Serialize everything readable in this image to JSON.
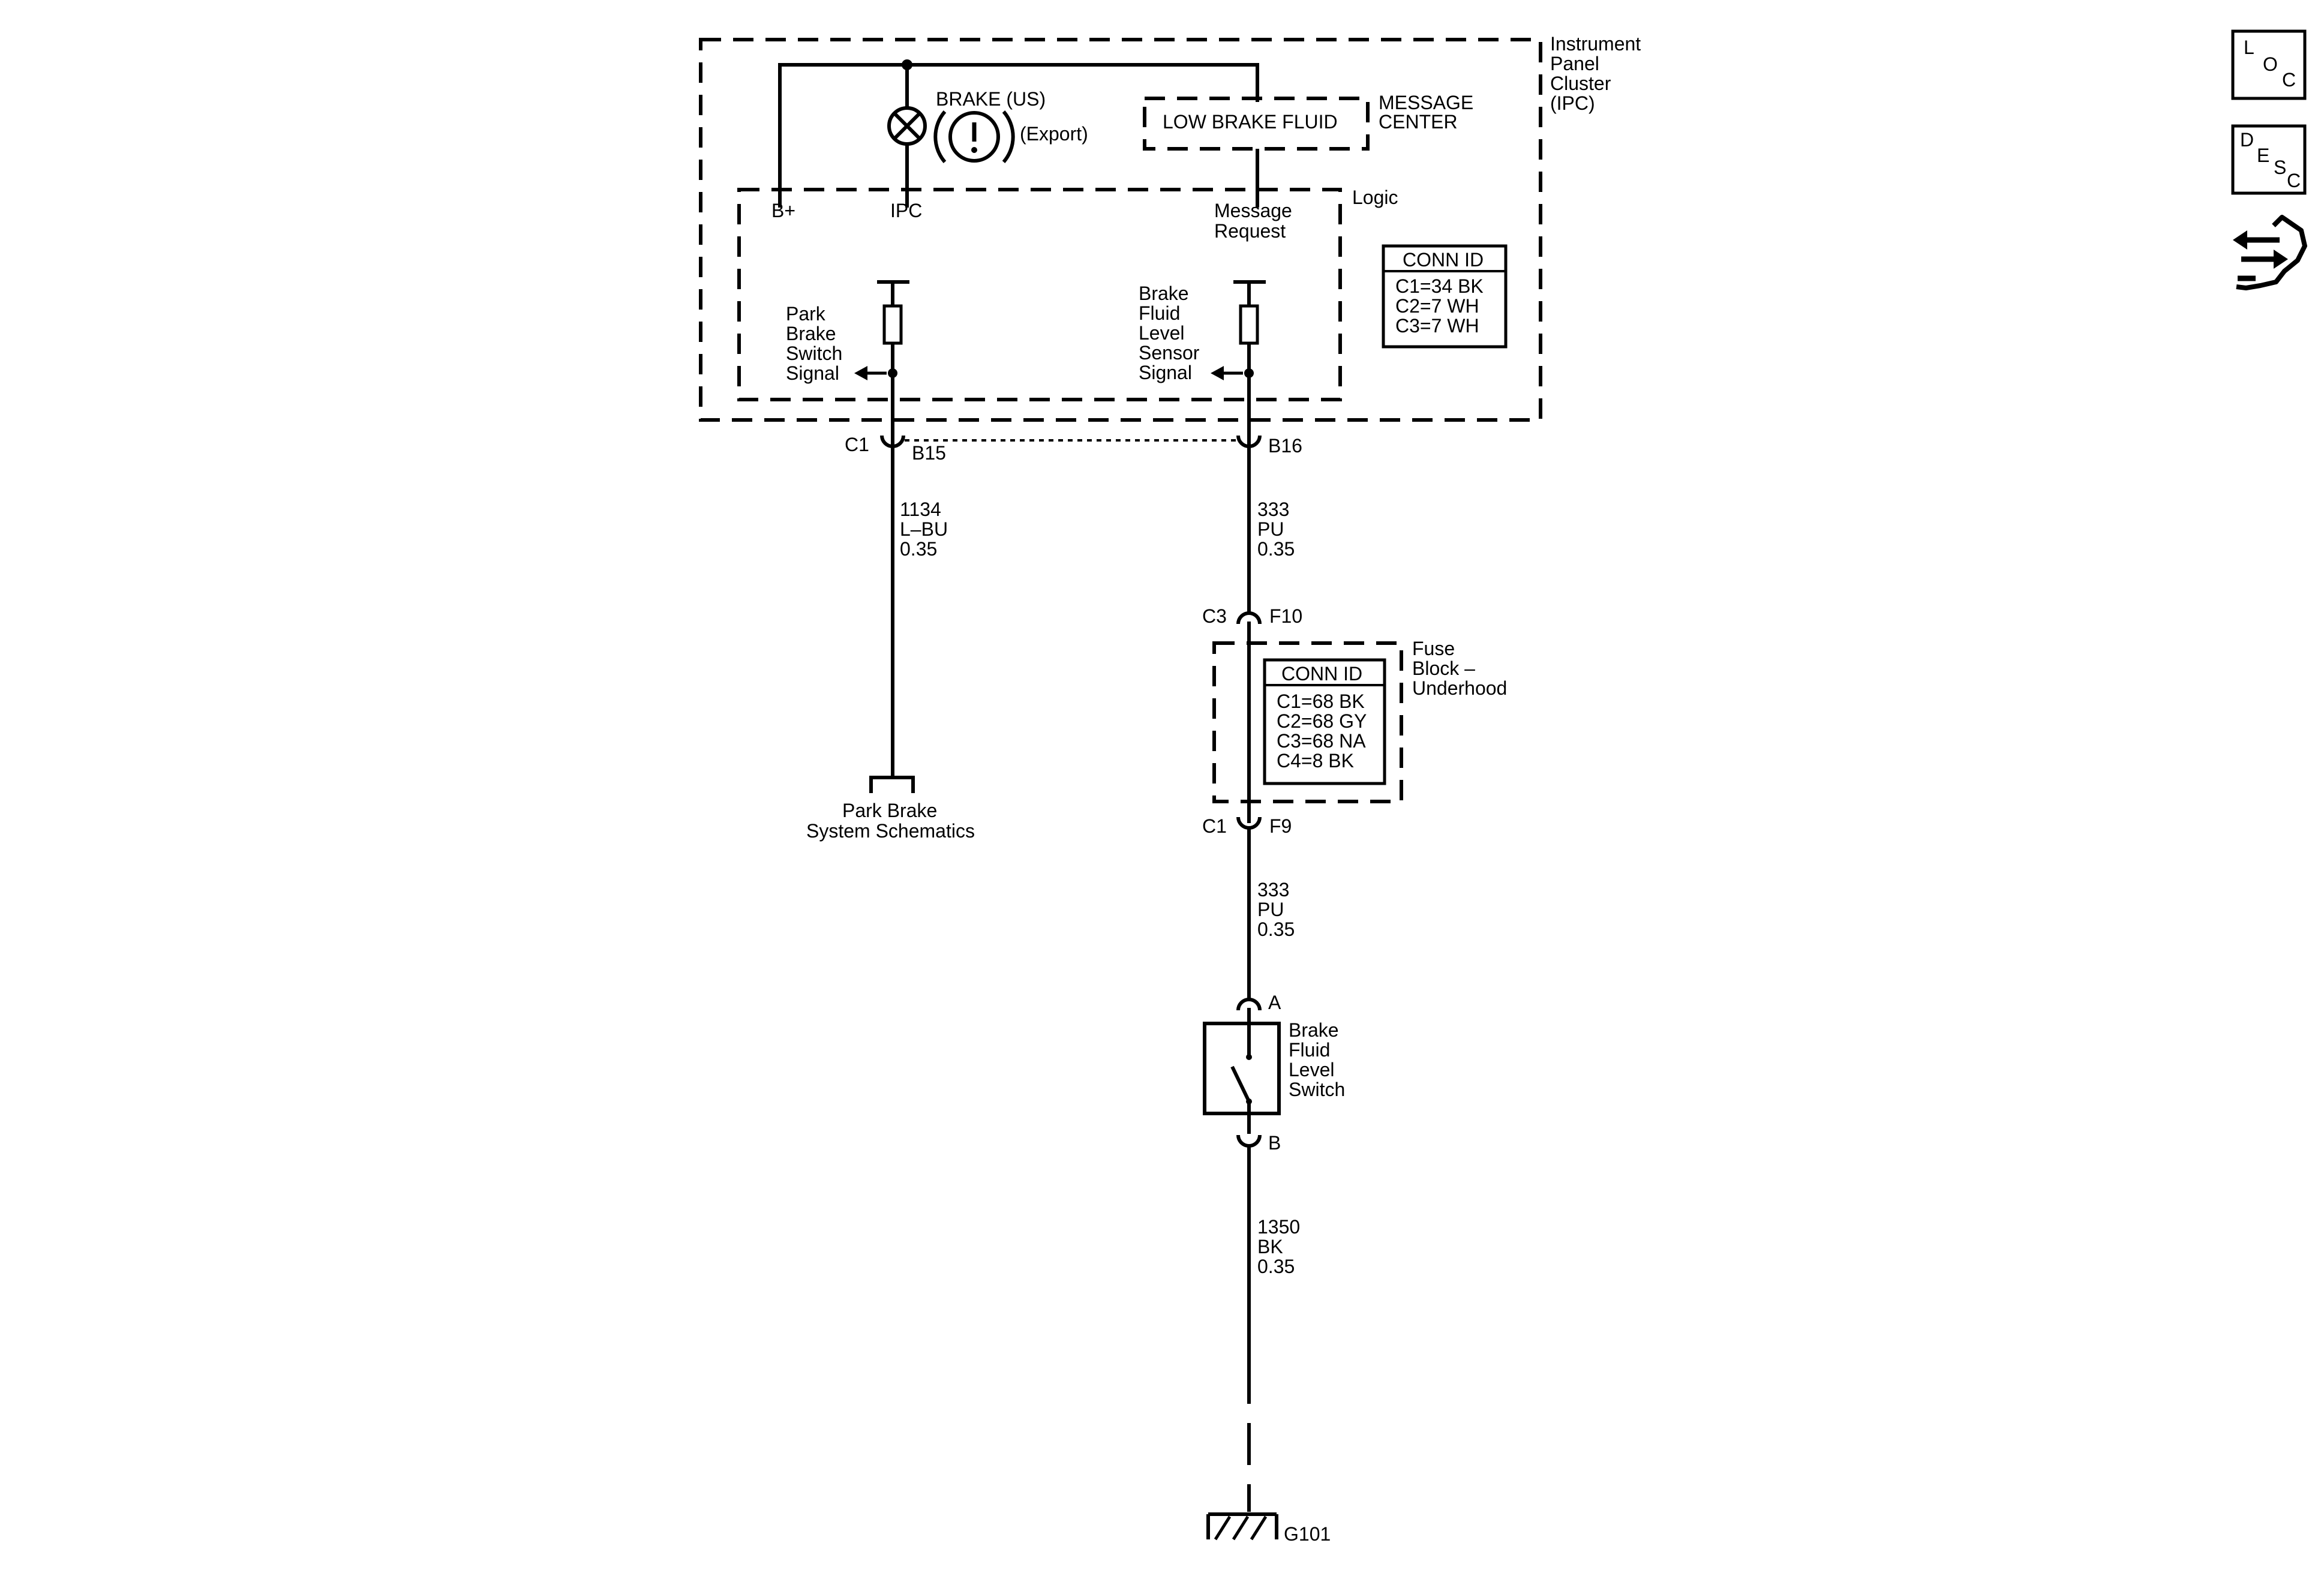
{
  "ipc": {
    "title": [
      "Instrument",
      "Panel",
      "Cluster",
      "(IPC)"
    ],
    "brake_lamp_label": "BRAKE (US)",
    "export_label": "(Export)",
    "message_center_text": "LOW BRAKE FLUID",
    "message_center_label": [
      "MESSAGE",
      "CENTER"
    ],
    "logic_label": "Logic",
    "pin_bplus": "B+",
    "pin_ipc": "IPC",
    "pin_message_request": [
      "Message",
      "Request"
    ],
    "park_brake_signal": [
      "Park",
      "Brake",
      "Switch",
      "Signal"
    ],
    "brake_fluid_signal": [
      "Brake",
      "Fluid",
      "Level",
      "Sensor",
      "Signal"
    ],
    "conn_id_title": "CONN ID",
    "conn_id_rows": [
      "C1=34 BK",
      "C2=7 WH",
      "C3=7 WH"
    ]
  },
  "connectors": {
    "c1_left": "C1",
    "b15": "B15",
    "b16": "B16",
    "c3": "C3",
    "f10": "F10",
    "c1_fuse": "C1",
    "f9": "F9",
    "pin_a": "A",
    "pin_b": "B"
  },
  "wires": {
    "left": [
      "1134",
      "L–BU",
      "0.35"
    ],
    "upper_right": [
      "333",
      "PU",
      "0.35"
    ],
    "middle_right": [
      "333",
      "PU",
      "0.35"
    ],
    "lower_right": [
      "1350",
      "BK",
      "0.35"
    ]
  },
  "fuse_block": {
    "title": [
      "Fuse",
      "Block –",
      "Underhood"
    ],
    "conn_id_title": "CONN ID",
    "conn_id_rows": [
      "C1=68 BK",
      "C2=68 GY",
      "C3=68 NA",
      "C4=8 BK"
    ]
  },
  "park_brake_ref": [
    "Park Brake",
    "System Schematics"
  ],
  "brake_fluid_switch": [
    "Brake",
    "Fluid",
    "Level",
    "Switch"
  ],
  "ground": "G101",
  "nav_buttons": {
    "loc": [
      "L",
      "O",
      "C"
    ],
    "desc": [
      "D",
      "E",
      "S",
      "C"
    ]
  },
  "colors": {
    "ink": "#000000",
    "background": "#ffffff"
  },
  "icons": [
    "lamp-x-icon",
    "brake-warning-icon",
    "ground-icon",
    "hand-tool-icon"
  ]
}
